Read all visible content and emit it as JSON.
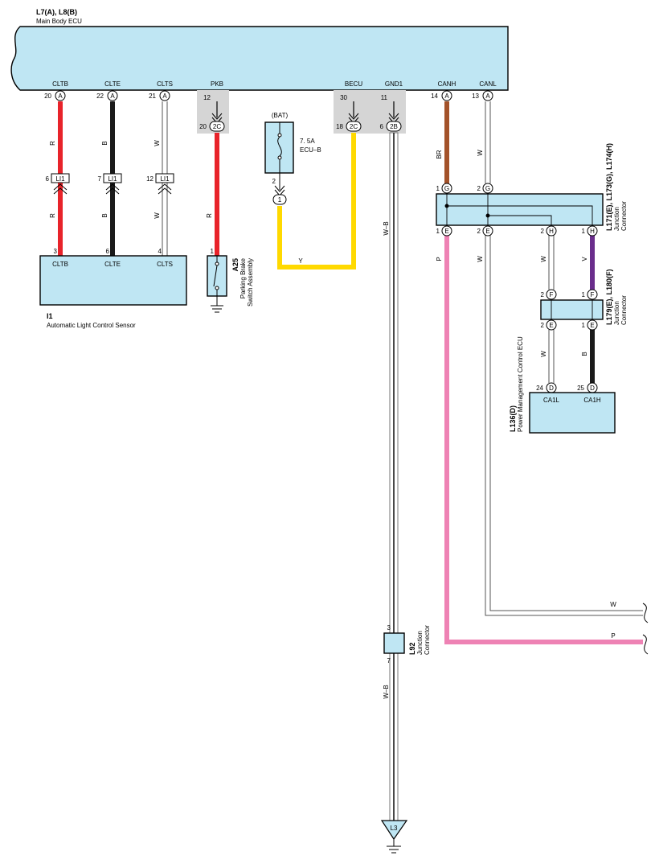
{
  "ecu": {
    "code": "L7(A), L8(B)",
    "name": "Main Body ECU",
    "terminals": [
      "CLTB",
      "CLTE",
      "CLTS",
      "PKB",
      "BECU",
      "GND1",
      "CANH",
      "CANL"
    ],
    "pins": [
      "20",
      "22",
      "21",
      "12",
      "30",
      "11",
      "14",
      "13"
    ],
    "pin_letters": [
      "A",
      "A",
      "A",
      "2C",
      "2C",
      "2B",
      "A",
      "A"
    ]
  },
  "lower_pins": {
    "pkb": "20",
    "becu": "18",
    "gnd": "6",
    "pkb_letter": "2C",
    "becu_letter": "2C",
    "gnd_letter": "2B"
  },
  "inline_connector": {
    "label": "LI1",
    "pins": [
      "6",
      "7",
      "12"
    ]
  },
  "sensor": {
    "code": "I1",
    "name": "Automatic Light Control Sensor",
    "terminals": [
      "CLTB",
      "CLTE",
      "CLTS"
    ],
    "pins": [
      "3",
      "6",
      "4"
    ]
  },
  "parking_brake": {
    "code": "A25",
    "name_line1": "Parking Brake",
    "name_line2": "Switch Assembly",
    "pin": "1"
  },
  "fuse": {
    "source": "(BAT)",
    "rating": "7. 5A",
    "name": "ECU–B",
    "pin": "2",
    "connector_pin": "1"
  },
  "junction_top": {
    "code": "L171(E), L173(G), L174(H)",
    "name_line1": "Junction",
    "name_line2": "Connector",
    "top_pins": [
      "1",
      "2"
    ],
    "top_letters": [
      "G",
      "G"
    ],
    "bottom_pins": [
      "1",
      "2",
      "2",
      "1"
    ],
    "bottom_letters": [
      "E",
      "E",
      "H",
      "H"
    ]
  },
  "junction_mid": {
    "code": "L179(E), L180(F)",
    "name_line1": "Junction",
    "name_line2": "Connector",
    "top_pins": [
      "2",
      "1"
    ],
    "top_letters": [
      "F",
      "F"
    ],
    "bottom_pins": [
      "2",
      "1"
    ],
    "bottom_letters": [
      "E",
      "E"
    ]
  },
  "pm_ecu": {
    "code": "L136(D)",
    "name": "Power Management Control ECU",
    "terminals": [
      "CA1L",
      "CA1H"
    ],
    "pins": [
      "24",
      "25"
    ],
    "letters": [
      "D",
      "D"
    ]
  },
  "junction_l92": {
    "code": "L92",
    "name_line1": "Junction",
    "name_line2": "Connector",
    "pin_top": "3",
    "pin_bottom": "7"
  },
  "ground": {
    "label": "L3"
  },
  "wires": {
    "r": "R",
    "b": "B",
    "w": "W",
    "y": "Y",
    "wb": "W–B",
    "br": "BR",
    "p": "P",
    "v": "V"
  },
  "colors": {
    "red": "#e8232a",
    "black": "#1a1a1a",
    "yellow": "#ffd900",
    "brown": "#a3522a",
    "pink": "#ee82b4",
    "violet": "#6a2d8c",
    "box": "#bfe6f3",
    "shade": "#d5d5d5"
  }
}
